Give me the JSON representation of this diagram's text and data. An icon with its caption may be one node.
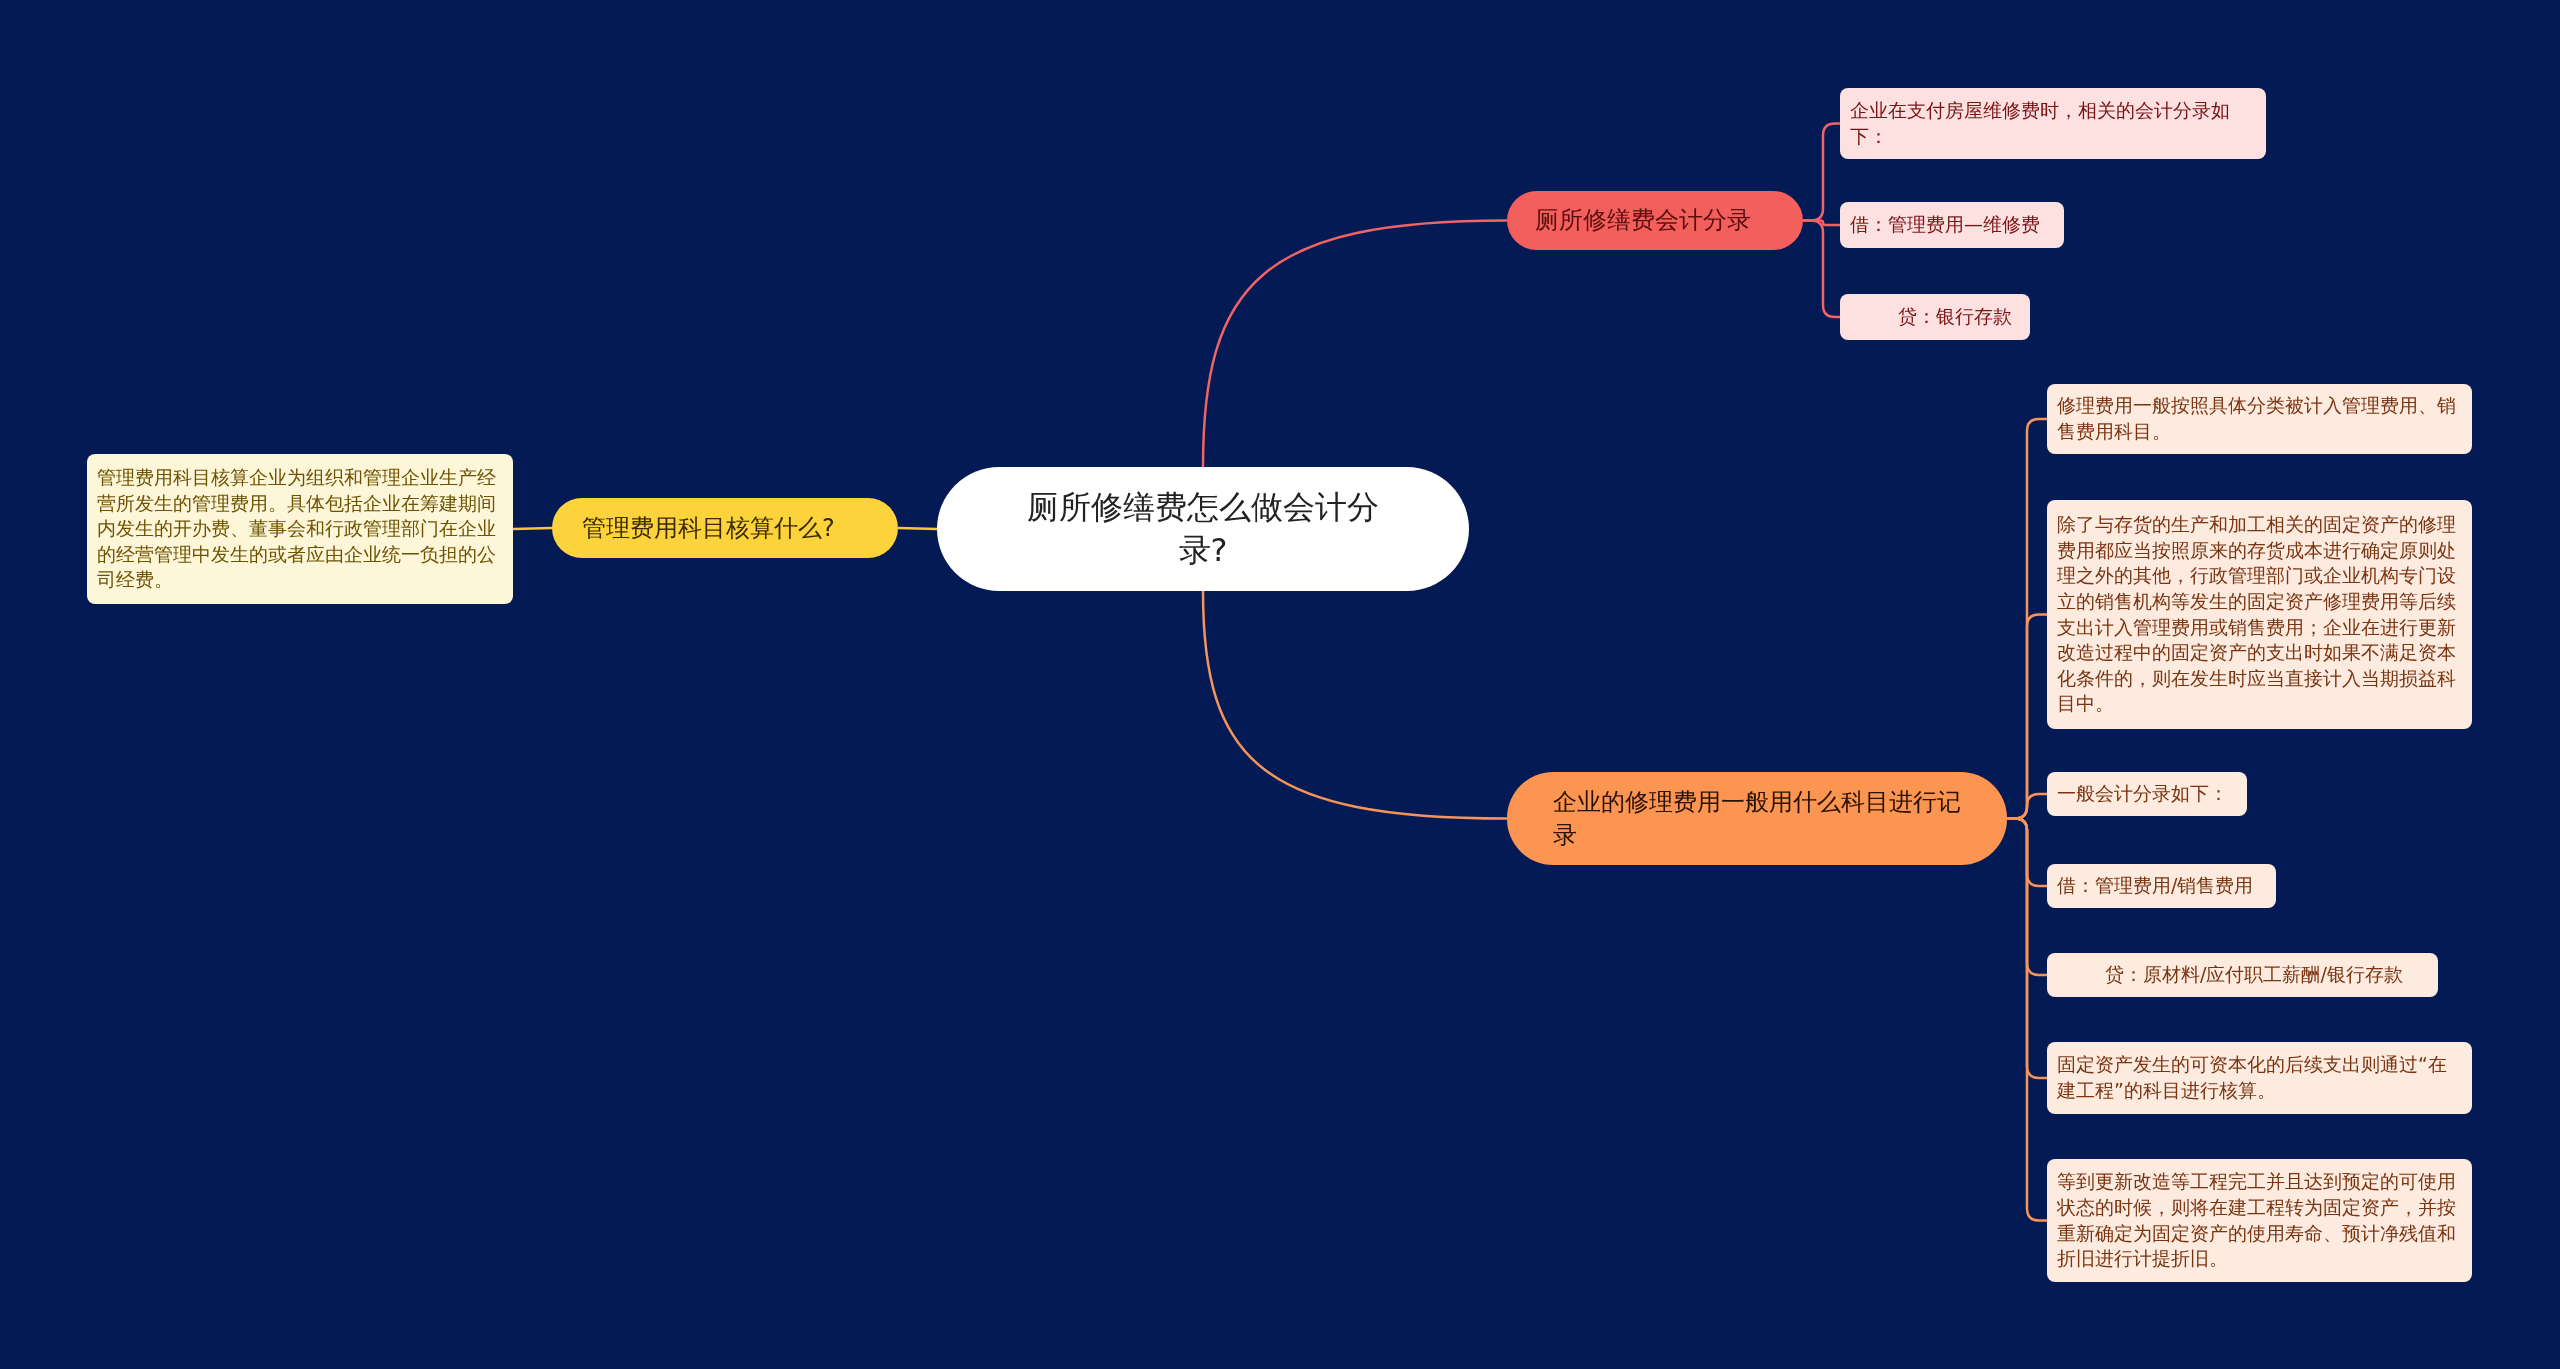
{
  "diagram": {
    "nodes": [
      {
        "text": [
          "厕所修缮费怎么做会计分录?"
        ]
      },
      {
        "text": [
          "厕所修缮费会计分录"
        ]
      },
      {
        "text": [
          "企业在支付房屋维修费时，相关的会计分录如下："
        ]
      },
      {
        "text": [
          "借：管理费用—维修费"
        ]
      },
      {
        "text": [
          "贷：银行存款"
        ]
      },
      {
        "text": [
          "企业的修理费用一般用什么科目进行记录"
        ]
      },
      {
        "text": [
          "修理费用一般按照具体分类被计入管理费用、销售费用科目。"
        ]
      },
      {
        "text": [
          "除了与存货的生产和加工相关的固定资产的修理费用都应当按照原来的存货成本进行确定原则处理之外的其他，行政管理部门或企业机构专门设立的销售机构等发生的固定资产修理费用等后续支出计入管理费用或销售费用；企业在进行更新改造过程中的固定资产的支出时如果不满足资本化条件的，则在发生时应当直接计入当期损益科目中。"
        ]
      },
      {
        "text": [
          "一般会计分录如下："
        ]
      },
      {
        "text": [
          "借：管理费用/销售费用"
        ]
      },
      {
        "text": [
          "贷：原材料/应付职工薪酬/银行存款"
        ]
      },
      {
        "text": [
          "固定资产发生的可资本化的后续支出则通过“在建工程”的科目进行核算。"
        ]
      },
      {
        "text": [
          "等到更新改造等工程完工并且达到预定的可使用状态的时候，则将在建工程转为固定资产，并按重新确定为固定资产的使用寿命、预计净残值和折旧进行计提折旧。"
        ]
      },
      {
        "text": [
          "管理费用科目核算什么?"
        ]
      },
      {
        "text": [
          "管理费用科目核算企业为组织和管理企业生产经营所发生的管理费用。具体包括企业在筹建期间内发生的开办费、董事会和行政管理部门在企业的经营管理中发生的或者应由企业统一负担的公司经费。"
        ]
      }
    ],
    "edges": [
      {
        "from": 0,
        "to": 1,
        "arrow": "none",
        "color": "#f06464"
      },
      {
        "from": 1,
        "to": 2,
        "arrow": "none",
        "color": "#f06464"
      },
      {
        "from": 1,
        "to": 3,
        "arrow": "none",
        "color": "#f06464"
      },
      {
        "from": 1,
        "to": 4,
        "arrow": "none",
        "color": "#f06464"
      },
      {
        "from": 0,
        "to": 5,
        "arrow": "none"
      },
      {
        "from": 5,
        "to": 6,
        "arrow": "none"
      },
      {
        "from": 5,
        "to": 7,
        "arrow": "none"
      },
      {
        "from": 5,
        "to": 8,
        "arrow": "none"
      },
      {
        "from": 5,
        "to": 9,
        "arrow": "none"
      },
      {
        "from": 5,
        "to": 10,
        "arrow": "none"
      },
      {
        "from": 5,
        "to": 11,
        "arrow": "none"
      },
      {
        "from": 5,
        "to": 12,
        "arrow": "none"
      },
      {
        "from": 0,
        "to": 13,
        "arrow": "none",
        "color": "#f5c83a"
      },
      {
        "from": 13,
        "to": 14,
        "arrow": "none",
        "color": "#f5c83a"
      }
    ]
  }
}
